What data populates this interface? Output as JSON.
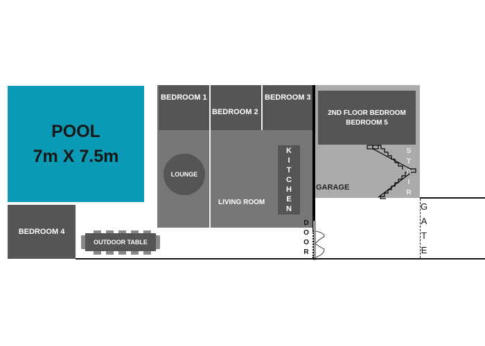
{
  "pool": {
    "title": "POOL",
    "size": "7m X 7.5m",
    "color": "#0a9ab5"
  },
  "rooms": {
    "bedroom1": "BEDROOM 1",
    "bedroom2": "BEDROOM 2",
    "bedroom3": "BEDROOM 3",
    "bedroom4": "BEDROOM 4",
    "bedroom5_line1": "2ND FLOOR BEDROOM",
    "bedroom5_line2": "BEDROOM 5",
    "lounge": "LOUNGE",
    "living_room": "LIVING ROOM",
    "kitchen": [
      "K",
      "I",
      "T",
      "C",
      "H",
      "E",
      "N"
    ],
    "garage": "GARAGE",
    "stair": [
      "S",
      "T",
      "A",
      "I",
      "R"
    ],
    "outdoor_table": "OUTDOOR TABLE",
    "door": [
      "D",
      "O",
      "O",
      "R"
    ],
    "gate": [
      "G",
      "A",
      "T",
      "E"
    ]
  }
}
